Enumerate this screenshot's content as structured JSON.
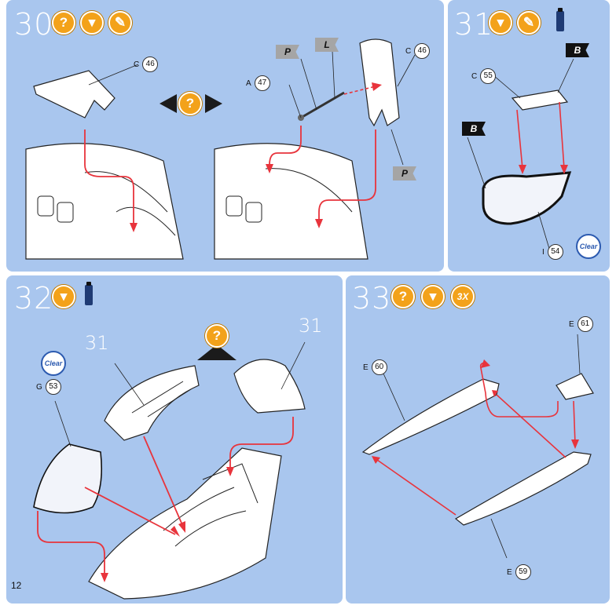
{
  "page_number": "12",
  "steps": [
    {
      "number": "30",
      "icons": [
        "question-icon",
        "glue-icon",
        "paint-brush-icon"
      ],
      "callouts": [
        {
          "sprue": "C",
          "part": "46"
        },
        {
          "sprue": "A",
          "part": "47"
        },
        {
          "sprue": "C",
          "part": "46"
        }
      ],
      "flags": [
        "P",
        "L",
        "P"
      ]
    },
    {
      "number": "31",
      "icons": [
        "glue-icon",
        "paint-brush-icon",
        "paint-bottle-icon"
      ],
      "callouts": [
        {
          "sprue": "C",
          "part": "55"
        },
        {
          "sprue": "I",
          "part": "54"
        }
      ],
      "flags": [
        "B",
        "B"
      ],
      "clear_label": "Clear"
    },
    {
      "number": "32",
      "icons": [
        "glue-icon",
        "paint-bottle-icon"
      ],
      "callouts": [
        {
          "sprue": "G",
          "part": "53"
        }
      ],
      "clear_label": "Clear",
      "refs": [
        "31",
        "31"
      ]
    },
    {
      "number": "33",
      "icons": [
        "question-icon",
        "glue-icon"
      ],
      "badge": "3X",
      "callouts": [
        {
          "sprue": "E",
          "part": "61"
        },
        {
          "sprue": "E",
          "part": "60"
        },
        {
          "sprue": "E",
          "part": "59"
        }
      ]
    }
  ],
  "colors": {
    "panel_bg": "#a9c6ee",
    "accent_orange": "#f3a21a",
    "arrow_red": "#e8343c",
    "line_dark": "#1b1b1b"
  }
}
